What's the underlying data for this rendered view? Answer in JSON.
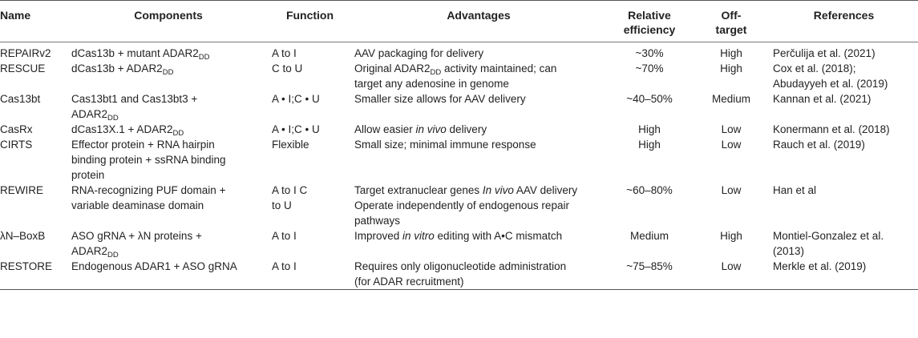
{
  "headers": {
    "name": "Name",
    "components": "Components",
    "function": "Function",
    "advantages": "Advantages",
    "efficiency_l1": "Relative",
    "efficiency_l2": "efficiency",
    "offtarget_l1": "Off-",
    "offtarget_l2": "target",
    "references": "References"
  },
  "rows": [
    {
      "name": "REPAIRv2",
      "components_a": "dCas13b + mutant ADAR2",
      "components_sub": "DD",
      "function": "A to I",
      "advantages": "AAV packaging for delivery",
      "efficiency": "~30%",
      "offtarget": "High",
      "references": "Perčulija et al. (2021)"
    },
    {
      "name": "RESCUE",
      "components_a": "dCas13b + ADAR2",
      "components_sub": "DD",
      "function": "C to U",
      "adv_a": "Original ADAR2",
      "adv_sub": "DD",
      "adv_b": " activity maintained; can",
      "adv_c": "target any adenosine in genome",
      "efficiency": "~70%",
      "offtarget": "High",
      "ref_a": "Cox et al. (2018);",
      "ref_b": "Abudayyeh et al. (2019)"
    },
    {
      "name": "Cas13bt",
      "components_a": "Cas13bt1 and Cas13bt3 +",
      "components_b": "ADAR2",
      "components_sub": "DD",
      "function": "A • I;C • U",
      "advantages": "Smaller size allows for AAV delivery",
      "efficiency": "~40–50%",
      "offtarget": "Medium",
      "references": "Kannan et al. (2021)"
    },
    {
      "name": "CasRx",
      "components_a": "dCas13X.1 + ADAR2",
      "components_sub": "DD",
      "function": "A • I;C • U",
      "adv_a": "Allow easier ",
      "adv_em": "in vivo",
      "adv_b": " delivery",
      "efficiency": "High",
      "offtarget": "Low",
      "references": "Konermann et al. (2018)"
    },
    {
      "name": "CIRTS",
      "components_a": "Effector protein + RNA hairpin",
      "components_b": "binding protein + ssRNA binding",
      "components_c": "protein",
      "function": "Flexible",
      "advantages": "Small size; minimal immune response",
      "efficiency": "High",
      "offtarget": "Low",
      "references": "Rauch et al. (2019)"
    },
    {
      "name": "REWIRE",
      "components_a": "RNA-recognizing PUF domain +",
      "components_b": "variable deaminase domain",
      "function_a": "A to I C",
      "function_b": "to U",
      "adv_a": "Target extranuclear genes ",
      "adv_em": "In vivo",
      "adv_b": " AAV delivery",
      "adv_c": "Operate independently of endogenous repair",
      "adv_d": "pathways",
      "efficiency": "~60–80%",
      "offtarget": "Low",
      "references": "Han et al"
    },
    {
      "name": "λN–BoxB",
      "components_a": "ASO gRNA + λN proteins +",
      "components_b": "ADAR2",
      "components_sub": "DD",
      "function": "A to I",
      "adv_a": "Improved ",
      "adv_em": "in vitro",
      "adv_b": " editing with A•C mismatch",
      "efficiency": "Medium",
      "offtarget": "High",
      "ref_a": "Montiel-Gonzalez et al.",
      "ref_b": "(2013)"
    },
    {
      "name": "RESTORE",
      "components_a": "Endogenous ADAR1 + ASO gRNA",
      "function": "A to I",
      "adv_a": "Requires only oligonucleotide administration",
      "adv_b": "(for ADAR recruitment)",
      "efficiency": "~75–85%",
      "offtarget": "Low",
      "references": "Merkle et al. (2019)"
    }
  ]
}
